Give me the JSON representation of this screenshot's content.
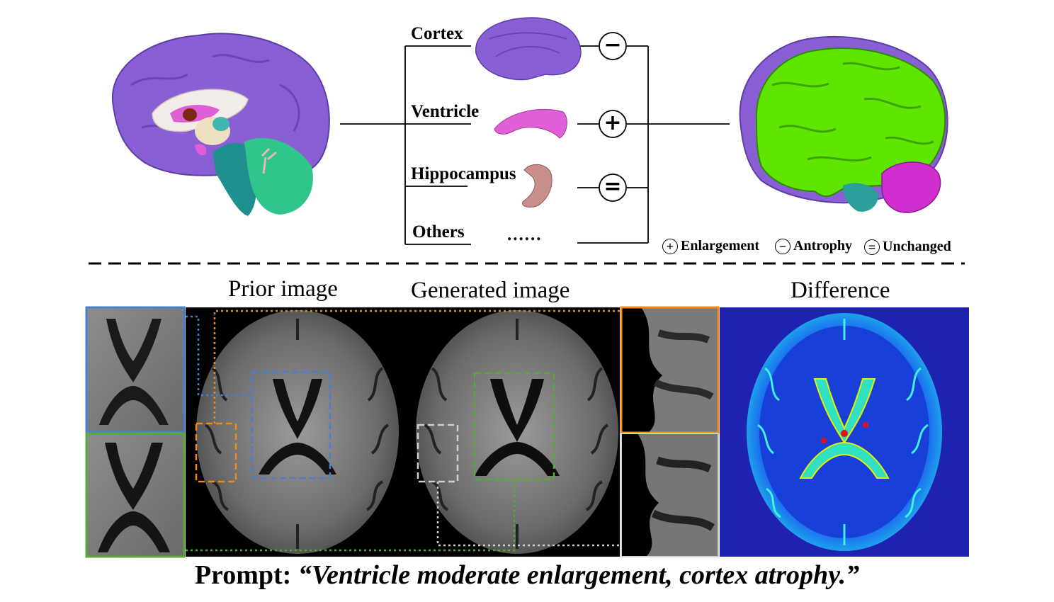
{
  "structures": [
    {
      "label": "Cortex",
      "symbol": "−"
    },
    {
      "label": "Ventricle",
      "symbol": "+"
    },
    {
      "label": "Hippocampus",
      "symbol": "="
    },
    {
      "label": "Others",
      "symbol": ""
    }
  ],
  "others_ellipsis": "......",
  "legend": [
    {
      "symbol": "+",
      "label": "Enlargement"
    },
    {
      "symbol": "−",
      "label": "Antrophy"
    },
    {
      "symbol": "=",
      "label": "Unchanged"
    }
  ],
  "captions": {
    "prior": "Prior image",
    "generated": "Generated image",
    "difference": "Difference"
  },
  "prompt": {
    "prefix": "Prompt:",
    "text": "“Ventricle moderate enlargement, cortex atrophy.”"
  },
  "colors": {
    "cortex": "#8a5fd6",
    "cortex_highlight": "#5fe600",
    "ventricle": "#e05ed6",
    "hippocampus": "#c98f8c",
    "cerebellum": "#2fc58b",
    "brainstem": "#1f8f8f",
    "blue_box": "#4a7fd0",
    "green_box": "#5aa83a",
    "orange_box": "#f08a1c",
    "gray_box": "#cfcfcf",
    "diff_bg": "#1e22b0"
  }
}
